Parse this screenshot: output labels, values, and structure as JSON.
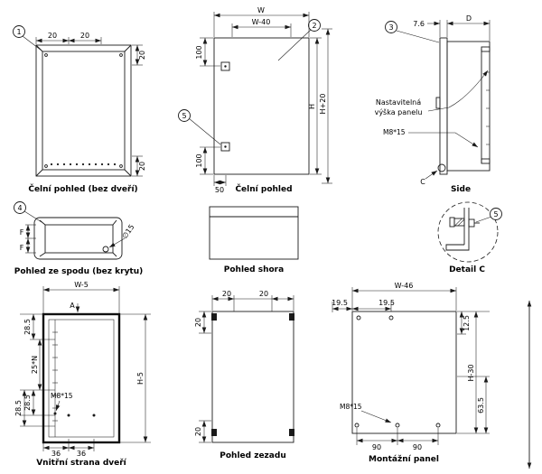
{
  "style": {
    "line_color": "#1a1a1a",
    "background": "#ffffff"
  },
  "views": {
    "front_no_door": {
      "caption": "Čelní pohled (bez dveří)",
      "balloon": "1",
      "dim_top1": "20",
      "dim_top2": "20",
      "dim_right_top": "20",
      "dim_right_bottom": "20"
    },
    "front": {
      "caption": "Čelní pohled",
      "balloon_top": "2",
      "balloon_mid": "5",
      "dim_w": "W",
      "dim_w40": "W-40",
      "dim_100_top": "100",
      "dim_100_bottom": "100",
      "dim_50": "50",
      "dim_h": "H",
      "dim_h20": "H+20"
    },
    "side": {
      "caption": "Side",
      "balloon": "3",
      "dim_76": "7.6",
      "dim_d": "D",
      "label_adj_line1": "Nastavitelná",
      "label_adj_line2": "výška panelu",
      "label_m8": "M8*15",
      "label_c": "C"
    },
    "bottom": {
      "caption": "Pohled ze spodu (bez krytu)",
      "balloon": "4",
      "dim_f1": "F",
      "dim_f2": "F",
      "dim_dia": "∅15"
    },
    "top": {
      "caption": "Pohled shora"
    },
    "detail": {
      "caption": "Detail C",
      "balloon": "5"
    },
    "door": {
      "caption": "Vnitřní strana dveří",
      "dim_w5": "W-5",
      "label_a": "A",
      "dim_285_top": "28.5",
      "dim_25n": "25*N",
      "dim_285_mid": "28.5",
      "dim_285_bot": "28.5",
      "label_m8": "M8*15",
      "dim_36_1": "36",
      "dim_36_2": "36",
      "dim_h5": "H-5"
    },
    "rear": {
      "caption": "Pohled zezadu",
      "dim_top1": "20",
      "dim_top2": "20",
      "dim_left_top": "20",
      "dim_left_bottom": "20"
    },
    "panel": {
      "caption": "Montážní panel",
      "dim_w46": "W-46",
      "dim_195_1": "19.5",
      "dim_195_2": "19.5",
      "dim_125": "12.5",
      "dim_h30": "H-30",
      "dim_635": "63.5",
      "label_m8": "M8*15",
      "dim_90_1": "90",
      "dim_90_2": "90"
    }
  }
}
